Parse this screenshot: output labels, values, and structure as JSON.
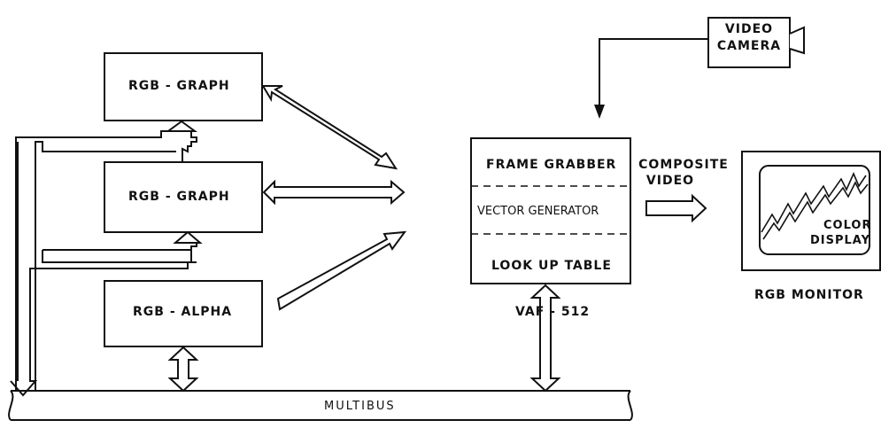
{
  "blocks": {
    "rgb_graph_1": "RGB - GRAPH",
    "rgb_graph_2": "RGB - GRAPH",
    "rgb_alpha": "RGB - ALPHA"
  },
  "vaf": {
    "frame_grabber": "FRAME GRABBER",
    "vector_generator": "VECTOR GENERATOR",
    "look_up_table": "LOOK UP TABLE",
    "name": "VAF - 512"
  },
  "camera": {
    "line1": "VIDEO",
    "line2": "CAMERA"
  },
  "composite": {
    "line1": "COMPOSITE",
    "line2": "VIDEO"
  },
  "monitor": {
    "screen_line1": "COLOR",
    "screen_line2": "DISPLAY",
    "name": "RGB MONITOR"
  },
  "bus": {
    "label": "MULTIBUS"
  }
}
